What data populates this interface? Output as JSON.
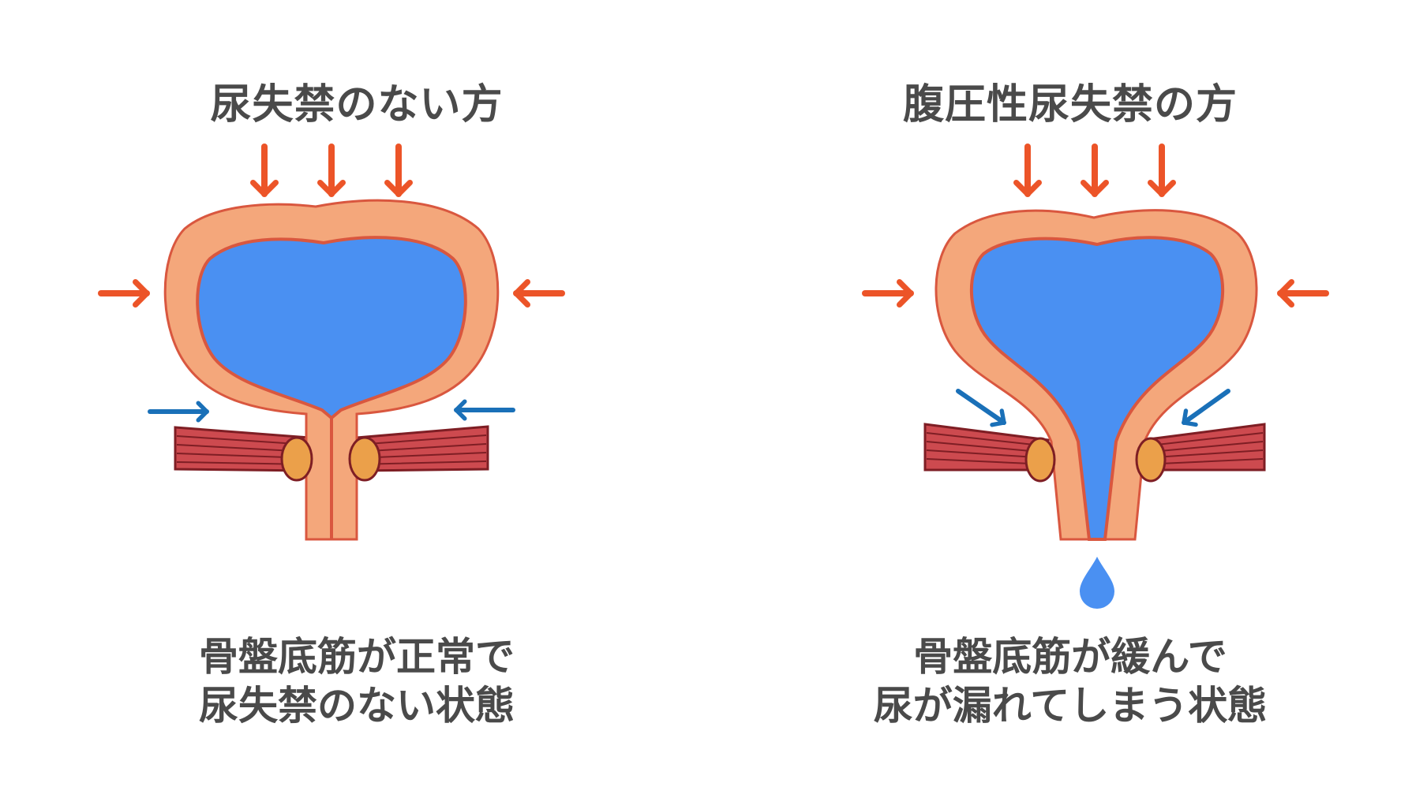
{
  "colors": {
    "outer_wall": "#f4a77b",
    "wall_line": "#d9573f",
    "urine": "#4a90f2",
    "muscle": "#cd4a4f",
    "muscle_line": "#7e1e24",
    "sphincter": "#eba04a",
    "pressure_arrow": "#ec5428",
    "muscle_arrow": "#1a70b8",
    "text": "#4a4a4a"
  },
  "panels": [
    {
      "title": "尿失禁のない方",
      "caption": [
        "骨盤底筋が正常で",
        "尿失禁のない状態"
      ],
      "state": "pelvic-floor-normal"
    },
    {
      "title": "腹圧性尿失禁の方",
      "caption": [
        "骨盤底筋が緩んで",
        "尿が漏れてしまう状態"
      ],
      "state": "pelvic-floor-relaxed-leaking"
    }
  ]
}
